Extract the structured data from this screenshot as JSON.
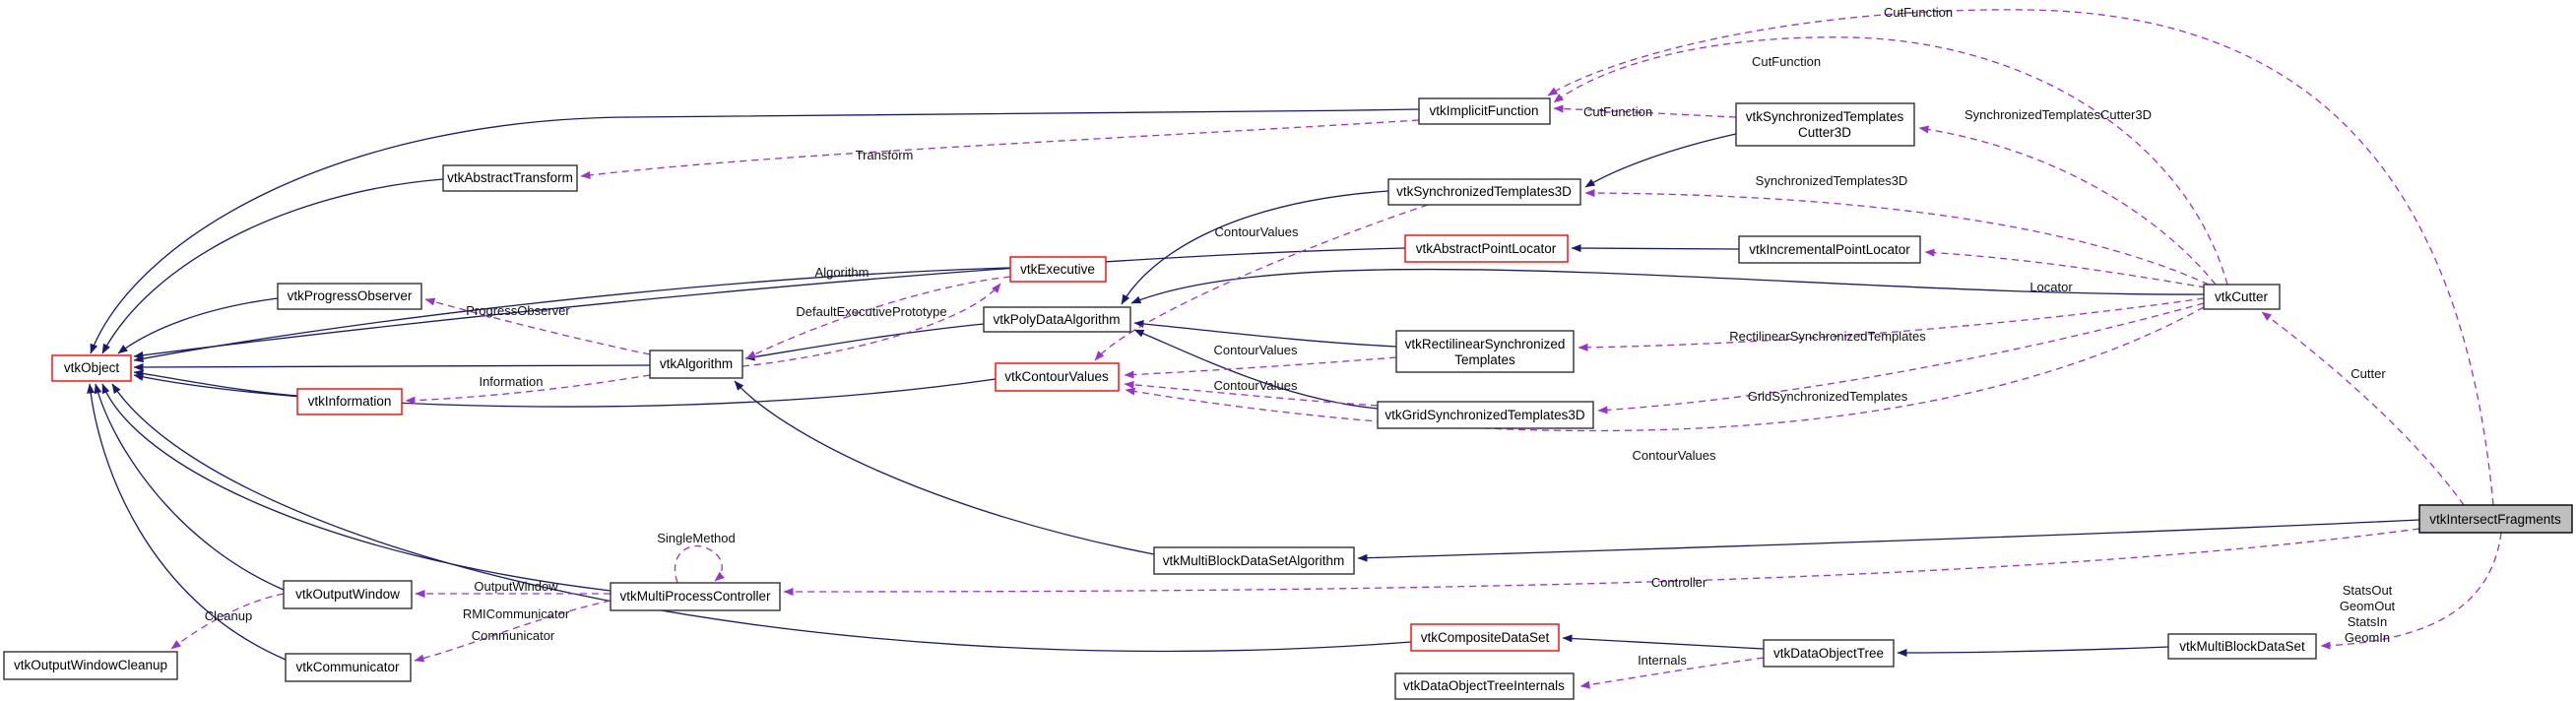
{
  "diagram_type": "doxygen-collaboration-graph",
  "focus": "vtkIntersectFragments",
  "colors": {
    "inherit-edge": "#191970",
    "usage-edge": "#9a32cd",
    "box-border": "#303030",
    "red-border": "#ff0000",
    "focus-fill": "#bfbfbf"
  },
  "nodes": {
    "vtkObject": "vtkObject",
    "vtkInformation": "vtkInformation",
    "vtkProgressObserver": "vtkProgressObserver",
    "vtkAbstractTransform": "vtkAbstractTransform",
    "vtkAlgorithm": "vtkAlgorithm",
    "vtkExecutive": "vtkExecutive",
    "vtkPolyDataAlgorithm": "vtkPolyDataAlgorithm",
    "vtkContourValues": "vtkContourValues",
    "vtkMultiBlockDataSetAlgorithm": "vtkMultiBlockDataSetAlgorithm",
    "vtkImplicitFunction": "vtkImplicitFunction",
    "vtkSynchronizedTemplates3D": "vtkSynchronizedTemplates3D",
    "vtkAbstractPointLocator": "vtkAbstractPointLocator",
    "vtkIncrementalPointLocator": "vtkIncrementalPointLocator",
    "vtkSynchronizedTemplatesCutter3D": {
      "line1": "vtkSynchronizedTemplates",
      "line2": "Cutter3D"
    },
    "vtkRectilinearSynchronizedTemplates": {
      "line1": "vtkRectilinearSynchronized",
      "line2": "Templates"
    },
    "vtkGridSynchronizedTemplates3D": "vtkGridSynchronizedTemplates3D",
    "vtkCutter": "vtkCutter",
    "vtkIntersectFragments": "vtkIntersectFragments",
    "vtkOutputWindowCleanup": "vtkOutputWindowCleanup",
    "vtkOutputWindow": "vtkOutputWindow",
    "vtkCommunicator": "vtkCommunicator",
    "vtkMultiProcessController": "vtkMultiProcessController",
    "vtkCompositeDataSet": "vtkCompositeDataSet",
    "vtkDataObjectTree": "vtkDataObjectTree",
    "vtkDataObjectTreeInternals": "vtkDataObjectTreeInternals",
    "vtkMultiBlockDataSet": "vtkMultiBlockDataSet"
  },
  "edge_labels": {
    "transform": "Transform",
    "cutFunction1": "CutFunction",
    "cutFunction2": "CutFunction",
    "cutFunction3": "CutFunction",
    "syncTemplatesCutter3D": "SynchronizedTemplatesCutter3D",
    "syncTemplates3D": "SynchronizedTemplates3D",
    "locator": "Locator",
    "rectilinearSynchronizedTemplates": "RectilinearSynchronizedTemplates",
    "gridSynchronizedTemplates": "GridSynchronizedTemplates",
    "cutter": "Cutter",
    "contourValues1": "ContourValues",
    "contourValues2": "ContourValues",
    "contourValues3": "ContourValues",
    "contourValues4": "ContourValues",
    "algorithm": "Algorithm",
    "defaultExecutivePrototype": "DefaultExecutivePrototype",
    "progressObserver": "ProgressObserver",
    "information": "Information",
    "singleMethod": "SingleMethod",
    "outputWindow": "OutputWindow",
    "rmiCommunicator": "RMICommunicator",
    "communicator": "Communicator",
    "cleanup": "Cleanup",
    "controller": "Controller",
    "internals": "Internals",
    "statsOut": "StatsOut",
    "geomOut": "GeomOut",
    "statsIn": "StatsIn",
    "geomIn": "GeomIn"
  }
}
